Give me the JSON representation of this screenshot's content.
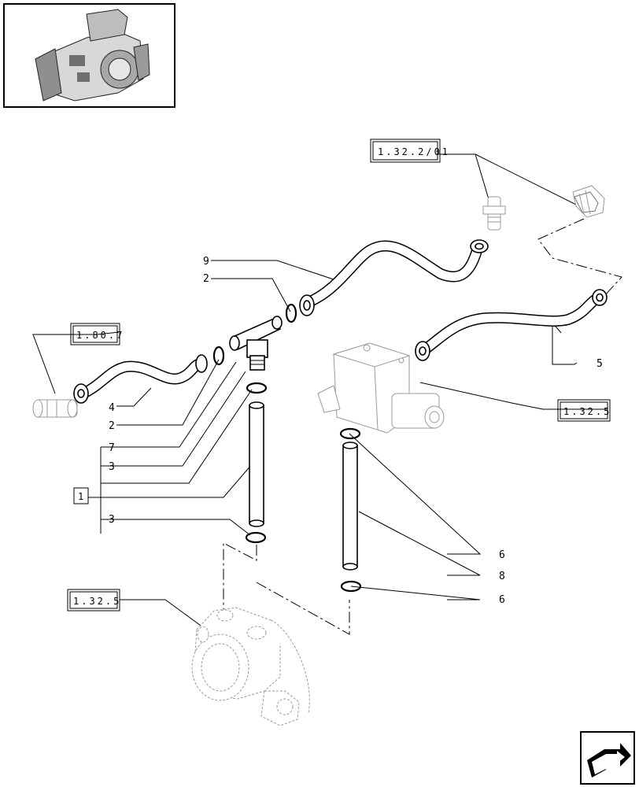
{
  "refs": {
    "r1322": "1.32.2/01",
    "r180": "1.80.7",
    "r1325a": "1.32.5",
    "r1325b": "1.32.5",
    "box1": "1"
  },
  "callouts": {
    "n9": "9",
    "n2a": "2",
    "n4": "4",
    "n2b": "2",
    "n7": "7",
    "n3a": "3",
    "n3b": "3",
    "n5": "5",
    "n6a": "6",
    "n8": "8",
    "n6b": "6"
  },
  "icons": {
    "thumbnail": "transmission-housing-thumbnail",
    "nav": "next-page-arrow-icon"
  }
}
